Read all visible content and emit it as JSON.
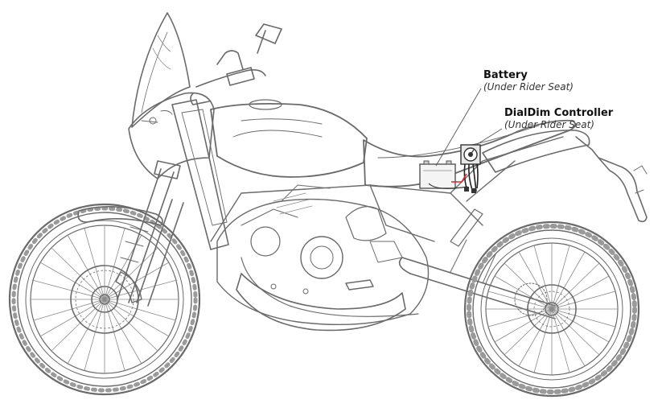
{
  "callouts": {
    "battery": {
      "title": "Battery",
      "subtitle": "(Under Rider Seat)"
    },
    "controller": {
      "title": "DialDim Controller",
      "subtitle": "(Under Rider Seat)"
    }
  },
  "colors": {
    "line_art": "#6a6a6a",
    "accent_wire": "#d22a2a",
    "text": "#111111"
  }
}
